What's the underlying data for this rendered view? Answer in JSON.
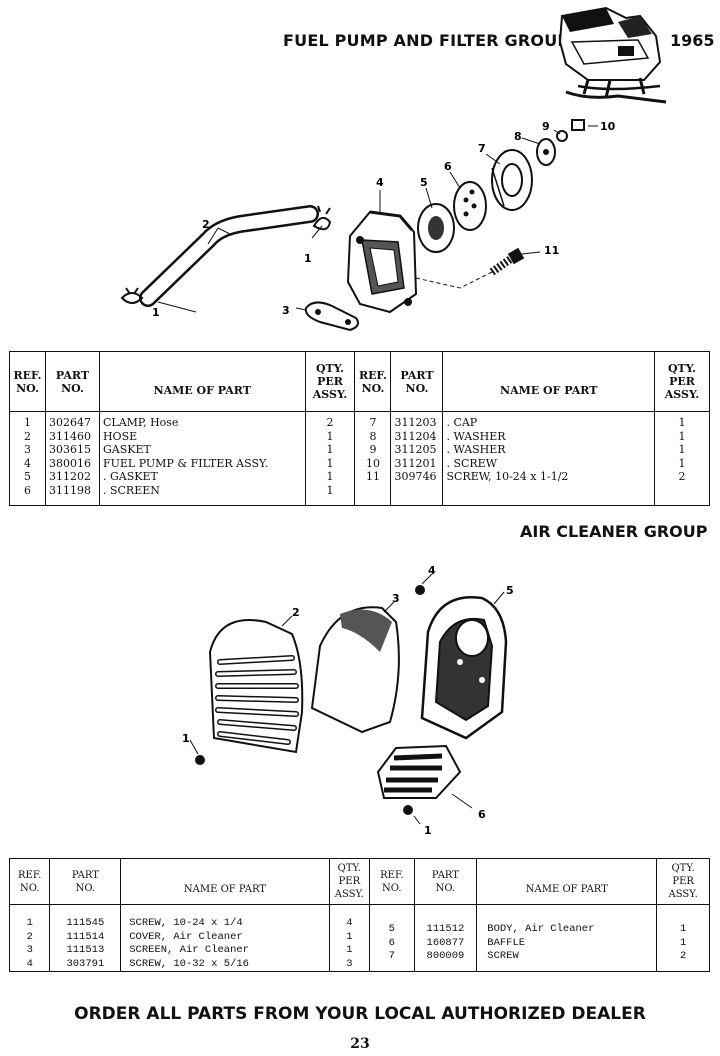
{
  "fuel_group": {
    "title": "FUEL PUMP AND FILTER GROUP",
    "year": "1965",
    "callouts": [
      "1",
      "2",
      "1",
      "3",
      "4",
      "5",
      "6",
      "7",
      "8",
      "9",
      "10",
      "11"
    ],
    "table": {
      "headers": {
        "ref": [
          "REF.",
          "NO."
        ],
        "part": [
          "PART",
          "NO."
        ],
        "name": "NAME OF PART",
        "qty": [
          "QTY.",
          "PER",
          "ASSY."
        ]
      },
      "left": [
        {
          "ref": "1",
          "part": "302647",
          "name": "CLAMP, Hose",
          "qty": "2"
        },
        {
          "ref": "2",
          "part": "311460",
          "name": "HOSE",
          "qty": "1"
        },
        {
          "ref": "3",
          "part": "303615",
          "name": "GASKET",
          "qty": "1"
        },
        {
          "ref": "4",
          "part": "380016",
          "name": "FUEL PUMP & FILTER ASSY.",
          "qty": "1"
        },
        {
          "ref": "5",
          "part": "311202",
          "name": ". GASKET",
          "qty": "1"
        },
        {
          "ref": "6",
          "part": "311198",
          "name": ". SCREEN",
          "qty": "1"
        }
      ],
      "right": [
        {
          "ref": "7",
          "part": "311203",
          "name": ". CAP",
          "qty": "1"
        },
        {
          "ref": "8",
          "part": "311204",
          "name": ". WASHER",
          "qty": "1"
        },
        {
          "ref": "9",
          "part": "311205",
          "name": ". WASHER",
          "qty": "1"
        },
        {
          "ref": "10",
          "part": "311201",
          "name": ". SCREW",
          "qty": "1"
        },
        {
          "ref": "11",
          "part": "309746",
          "name": "SCREW, 10-24 x 1-1/2",
          "qty": "2"
        }
      ]
    }
  },
  "air_group": {
    "title": "AIR CLEANER GROUP",
    "callouts": [
      "4",
      "2",
      "3",
      "5",
      "1",
      "6",
      "1"
    ],
    "table": {
      "headers": {
        "ref": [
          "REF.",
          "NO."
        ],
        "part": [
          "PART",
          "NO."
        ],
        "name": "NAME OF PART",
        "qty": [
          "QTY.",
          "PER",
          "ASSY."
        ]
      },
      "left": [
        {
          "ref": "1",
          "part": "111545",
          "name": "SCREW, 10-24 x 1/4",
          "qty": "4"
        },
        {
          "ref": "2",
          "part": "111514",
          "name": "COVER, Air Cleaner",
          "qty": "1"
        },
        {
          "ref": "3",
          "part": "111513",
          "name": "SCREEN, Air Cleaner",
          "qty": "1"
        },
        {
          "ref": "4",
          "part": "303791",
          "name": "SCREW, 10-32 x 5/16",
          "qty": "3"
        }
      ],
      "right": [
        {
          "ref": "5",
          "part": "111512",
          "name": "BODY, Air Cleaner",
          "qty": "1"
        },
        {
          "ref": "6",
          "part": "160877",
          "name": "BAFFLE",
          "qty": "1"
        },
        {
          "ref": "7",
          "part": "800009",
          "name": "SCREW",
          "qty": "2"
        }
      ]
    }
  },
  "footer": "ORDER ALL PARTS FROM YOUR LOCAL AUTHORIZED DEALER",
  "page_number": "23"
}
